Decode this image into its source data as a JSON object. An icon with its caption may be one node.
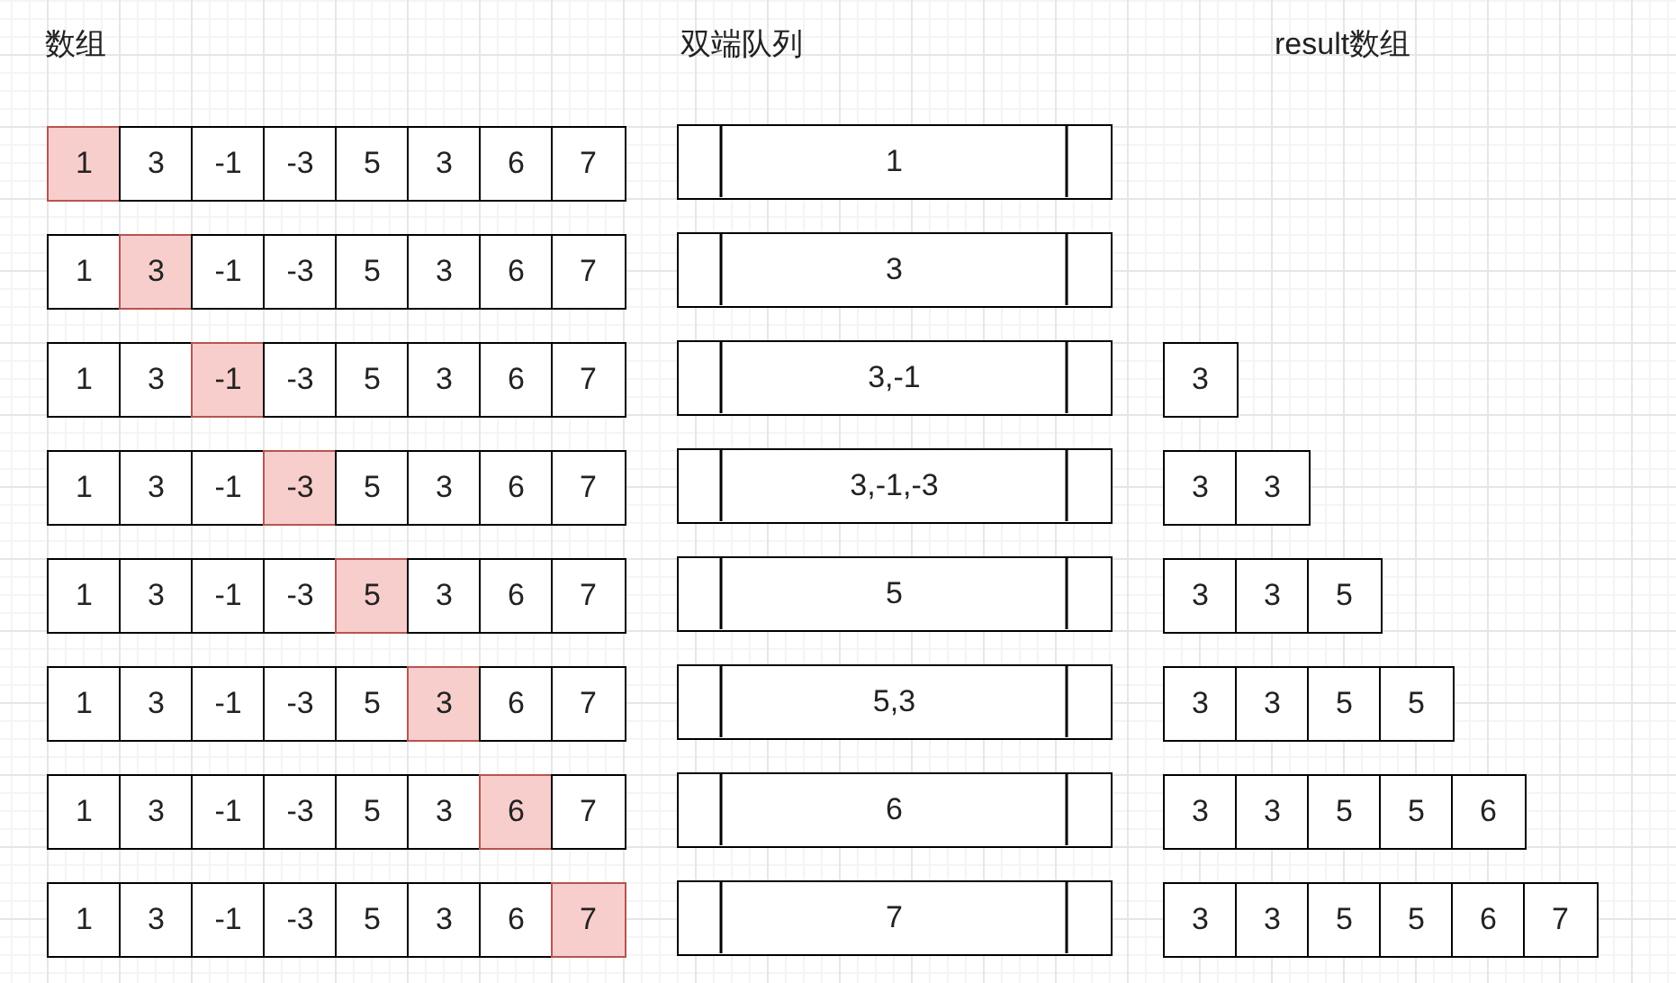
{
  "diagram": {
    "labels": [
      "数组",
      "双端队列",
      "result数组"
    ],
    "nodes": [
      {
        "text": [
          "1"
        ]
      },
      {
        "text": [
          "3"
        ]
      },
      {
        "text": [
          "-1"
        ]
      },
      {
        "text": [
          "-3"
        ]
      },
      {
        "text": [
          "5"
        ]
      },
      {
        "text": [
          "3"
        ]
      },
      {
        "text": [
          "6"
        ]
      },
      {
        "text": [
          "7"
        ]
      },
      {
        "text": [
          "1"
        ]
      },
      {
        "text": [
          "1"
        ]
      },
      {
        "text": [
          "3"
        ]
      },
      {
        "text": [
          "-1"
        ]
      },
      {
        "text": [
          "-3"
        ]
      },
      {
        "text": [
          "5"
        ]
      },
      {
        "text": [
          "3"
        ]
      },
      {
        "text": [
          "6"
        ]
      },
      {
        "text": [
          "7"
        ]
      },
      {
        "text": [
          "3"
        ]
      },
      {
        "text": [
          "1"
        ]
      },
      {
        "text": [
          "3"
        ]
      },
      {
        "text": [
          "-1"
        ]
      },
      {
        "text": [
          "-3"
        ]
      },
      {
        "text": [
          "5"
        ]
      },
      {
        "text": [
          "3"
        ]
      },
      {
        "text": [
          "6"
        ]
      },
      {
        "text": [
          "7"
        ]
      },
      {
        "text": [
          "3,-1"
        ]
      },
      {
        "text": [
          "3"
        ]
      },
      {
        "text": [
          "1"
        ]
      },
      {
        "text": [
          "3"
        ]
      },
      {
        "text": [
          "-1"
        ]
      },
      {
        "text": [
          "-3"
        ]
      },
      {
        "text": [
          "5"
        ]
      },
      {
        "text": [
          "3"
        ]
      },
      {
        "text": [
          "6"
        ]
      },
      {
        "text": [
          "7"
        ]
      },
      {
        "text": [
          "3,-1,-3"
        ]
      },
      {
        "text": [
          "3"
        ]
      },
      {
        "text": [
          "3"
        ]
      },
      {
        "text": [
          "1"
        ]
      },
      {
        "text": [
          "3"
        ]
      },
      {
        "text": [
          "-1"
        ]
      },
      {
        "text": [
          "-3"
        ]
      },
      {
        "text": [
          "5"
        ]
      },
      {
        "text": [
          "3"
        ]
      },
      {
        "text": [
          "6"
        ]
      },
      {
        "text": [
          "7"
        ]
      },
      {
        "text": [
          "5"
        ]
      },
      {
        "text": [
          "3"
        ]
      },
      {
        "text": [
          "3"
        ]
      },
      {
        "text": [
          "5"
        ]
      },
      {
        "text": [
          "1"
        ]
      },
      {
        "text": [
          "3"
        ]
      },
      {
        "text": [
          "-1"
        ]
      },
      {
        "text": [
          "-3"
        ]
      },
      {
        "text": [
          "5"
        ]
      },
      {
        "text": [
          "3"
        ]
      },
      {
        "text": [
          "6"
        ]
      },
      {
        "text": [
          "7"
        ]
      },
      {
        "text": [
          "5,3"
        ]
      },
      {
        "text": [
          "3"
        ]
      },
      {
        "text": [
          "3"
        ]
      },
      {
        "text": [
          "5"
        ]
      },
      {
        "text": [
          "5"
        ]
      },
      {
        "text": [
          "1"
        ]
      },
      {
        "text": [
          "3"
        ]
      },
      {
        "text": [
          "-1"
        ]
      },
      {
        "text": [
          "-3"
        ]
      },
      {
        "text": [
          "5"
        ]
      },
      {
        "text": [
          "3"
        ]
      },
      {
        "text": [
          "6"
        ]
      },
      {
        "text": [
          "7"
        ]
      },
      {
        "text": [
          "6"
        ]
      },
      {
        "text": [
          "3"
        ]
      },
      {
        "text": [
          "3"
        ]
      },
      {
        "text": [
          "5"
        ]
      },
      {
        "text": [
          "5"
        ]
      },
      {
        "text": [
          "6"
        ]
      },
      {
        "text": [
          "1"
        ]
      },
      {
        "text": [
          "3"
        ]
      },
      {
        "text": [
          "-1"
        ]
      },
      {
        "text": [
          "-3"
        ]
      },
      {
        "text": [
          "5"
        ]
      },
      {
        "text": [
          "3"
        ]
      },
      {
        "text": [
          "6"
        ]
      },
      {
        "text": [
          "7"
        ]
      },
      {
        "text": [
          "7"
        ]
      },
      {
        "text": [
          "3"
        ]
      },
      {
        "text": [
          "3"
        ]
      },
      {
        "text": [
          "5"
        ]
      },
      {
        "text": [
          "5"
        ]
      },
      {
        "text": [
          "6"
        ]
      },
      {
        "text": [
          "7"
        ]
      }
    ]
  }
}
